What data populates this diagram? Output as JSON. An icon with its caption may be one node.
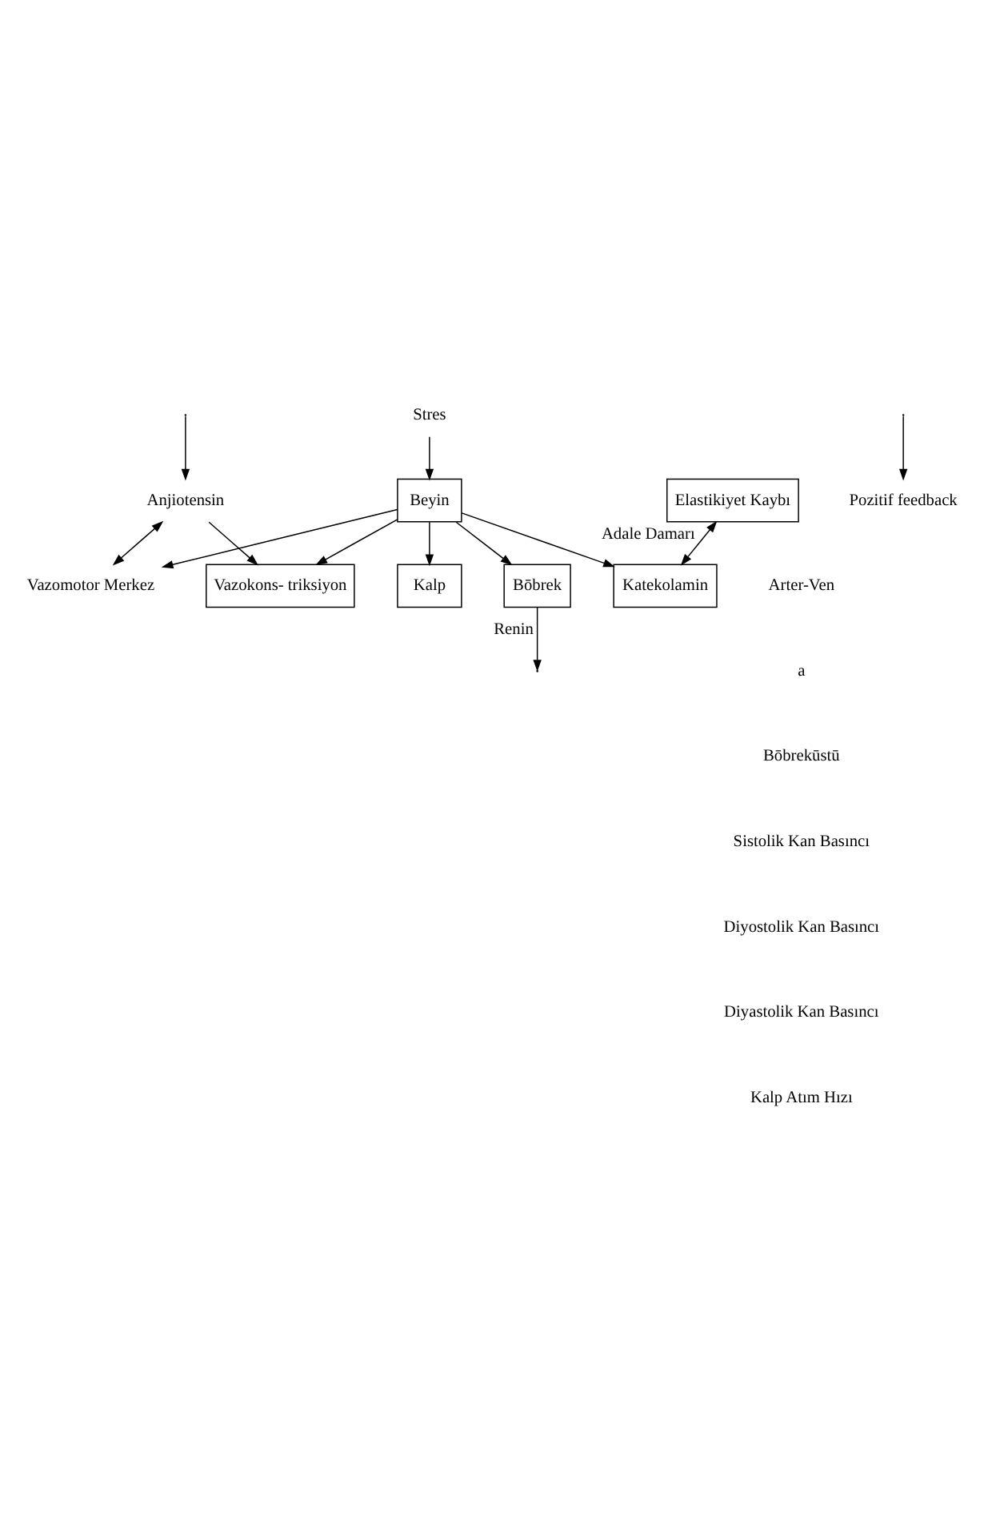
{
  "diagram": {
    "nodes": [
      {
        "text": [
          "Stres"
        ]
      },
      {
        "text": [
          "Beyin"
        ]
      },
      {
        "text": [
          "Vazomotor Merkez"
        ]
      },
      {
        "text": [
          "Pozitif feedback"
        ]
      },
      {
        "text": [
          "Vazokons- triksiyon"
        ]
      },
      {
        "text": [
          "Kalp"
        ]
      },
      {
        "text": [
          "Katekolamin"
        ]
      },
      {
        "text": [
          "Bōbrek"
        ]
      },
      {
        "text": [
          "Anjiotensin"
        ]
      },
      {
        "text": [
          "Elastikiyet Kaybı"
        ]
      }
    ],
    "edges": [
      {
        "from": 0,
        "to": 1,
        "arrow": "to"
      },
      {
        "from": 1,
        "to": 2,
        "arrow": "to"
      },
      {
        "from": 1,
        "to": 4,
        "arrow": "to"
      },
      {
        "from": 1,
        "to": 5,
        "arrow": "to"
      },
      {
        "from": 1,
        "to": 6,
        "arrow": "to"
      },
      {
        "from": 1,
        "to": 7,
        "arrow": "to"
      },
      {
        "from": 7,
        "to": null,
        "arrow": "to",
        "label": "Renin"
      },
      {
        "from": null,
        "to": 8,
        "arrow": "to"
      },
      {
        "from": 8,
        "to": 2,
        "arrow": "both"
      },
      {
        "from": null,
        "to": 3,
        "arrow": "to"
      },
      {
        "from": 8,
        "to": 4,
        "arrow": "to"
      },
      {
        "from": 9,
        "to": 6,
        "arrow": "both",
        "label": "Adale Damarı"
      }
    ],
    "labels": [
      "Arter-Ven",
      "a",
      "Bōbrekūstū",
      "Sistolik Kan Basıncı",
      "Diyostolik Kan Basıncı",
      "Diyastolik Kan Basıncı",
      "Kalp Atım Hızı"
    ]
  }
}
